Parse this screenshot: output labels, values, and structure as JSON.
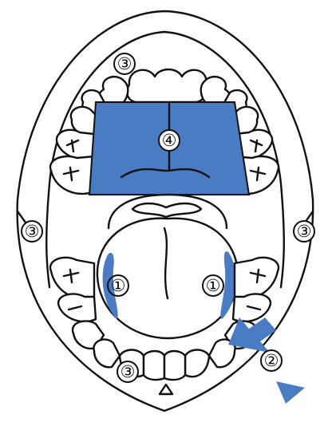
{
  "colors": {
    "highlight": "#4a7cc4",
    "outline": "#111111",
    "background": "#ffffff"
  },
  "labels": {
    "cheek_inner": "①",
    "brush_entry": "②",
    "gum_line": "③",
    "palate": "④"
  }
}
